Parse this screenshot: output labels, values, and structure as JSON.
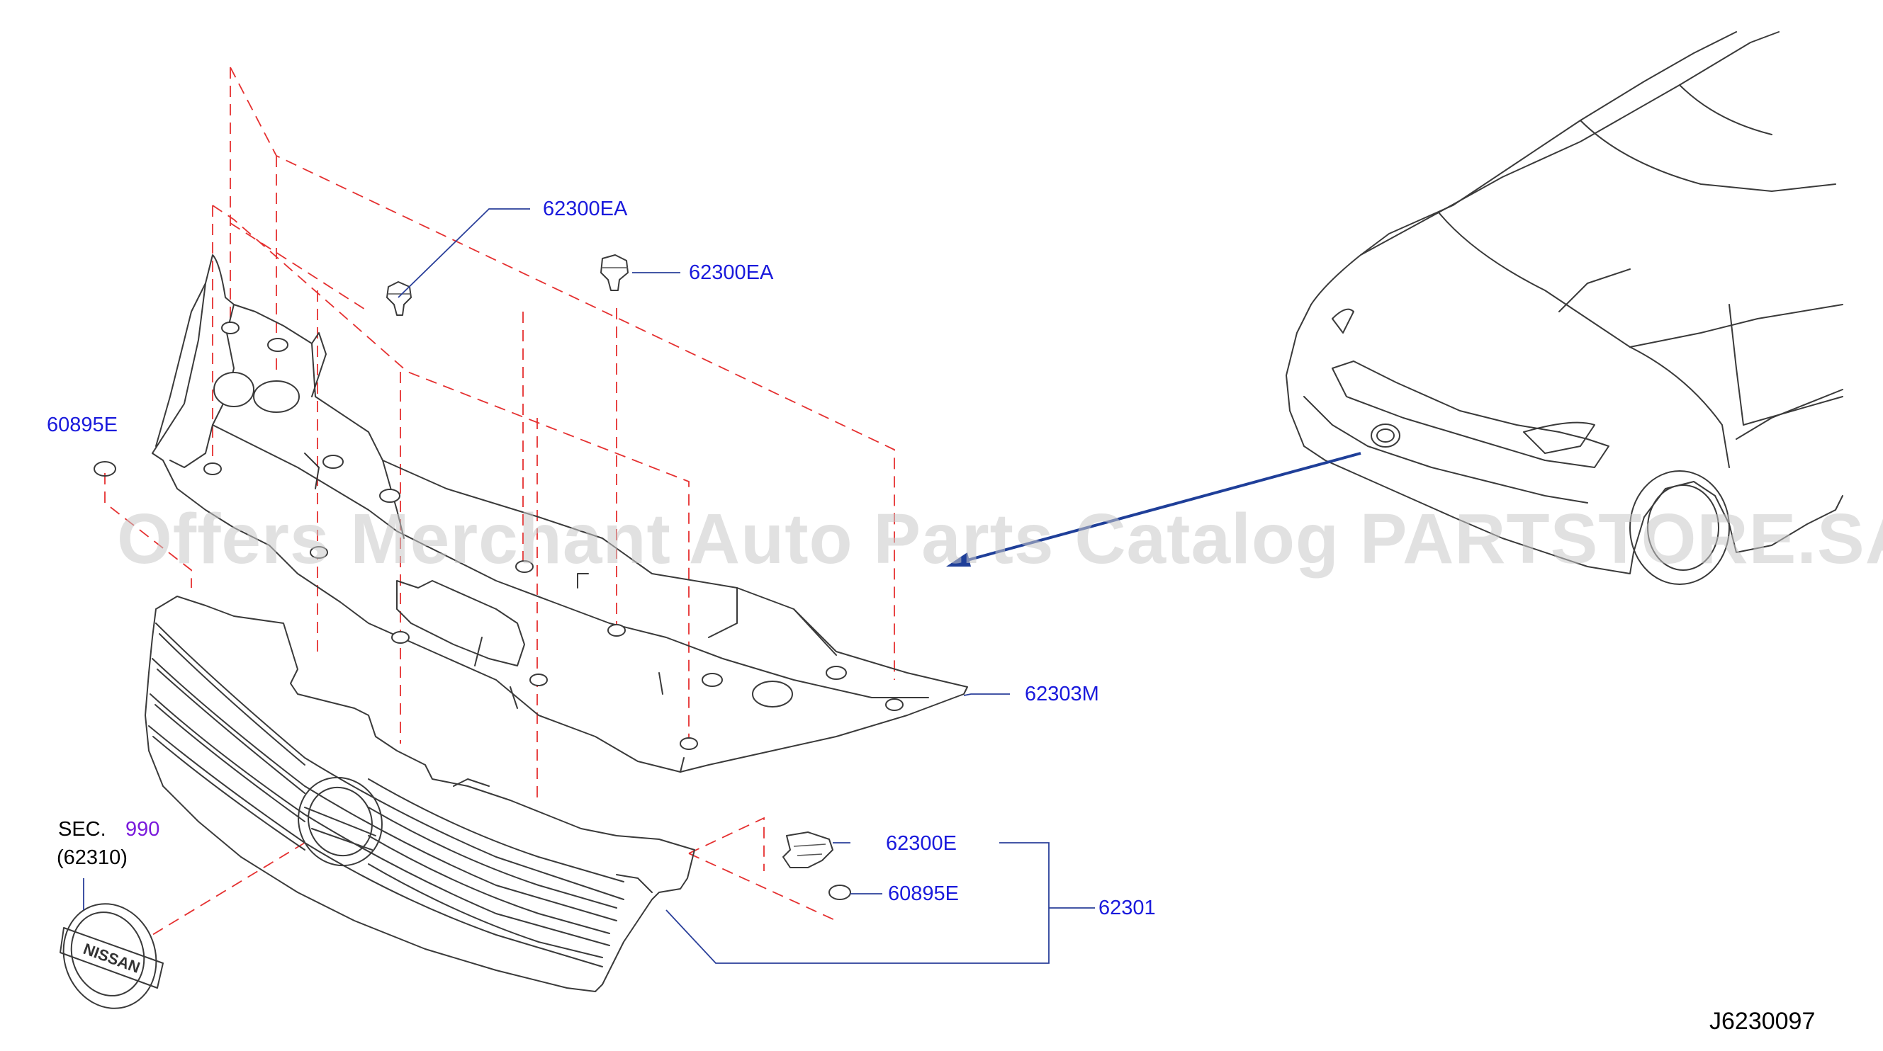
{
  "parts": {
    "clip_top_left": "62300EA",
    "clip_top_right": "62300EA",
    "cap_left": "60895E",
    "upper_cover": "62303M",
    "clip_lower": "62300E",
    "cap_lower": "60895E",
    "grille_assy": "62301"
  },
  "section_ref": {
    "prefix": "SEC.",
    "number": "990",
    "sub": "(62310)"
  },
  "emblem_text": "NISSAN",
  "diagram_code": "J6230097",
  "watermark": "Offers Merchant Auto Parts Catalog PARTSTORE.SA",
  "colors": {
    "label_blue": "#1a1adc",
    "section_purple": "#7a1adc",
    "dash_red": "#e53030",
    "arrow_blue": "#1f3f99",
    "watermark_gray": "#c8c8c8"
  }
}
